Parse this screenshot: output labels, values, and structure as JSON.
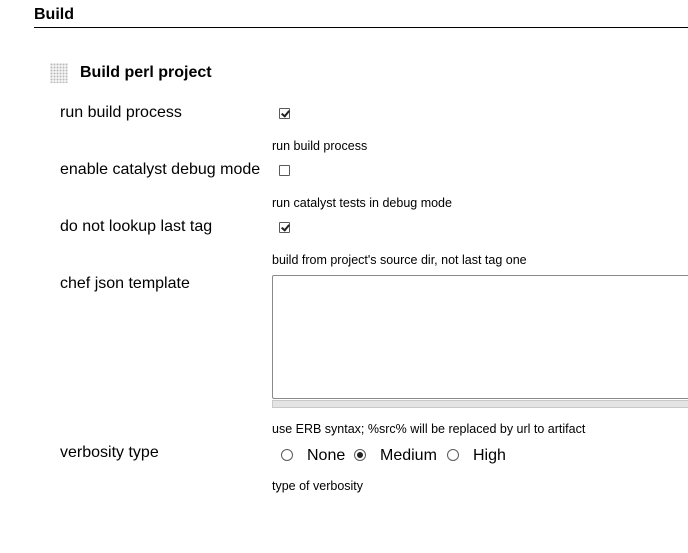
{
  "section": {
    "title": "Build"
  },
  "builder": {
    "title": "Build perl project",
    "handle_icon": "drag-handle-icon"
  },
  "fields": {
    "run_build": {
      "label": "run build process",
      "checked": true,
      "help": "run build process"
    },
    "catalyst_debug": {
      "label": "enable catalyst debug mode",
      "checked": false,
      "help": "run catalyst tests in debug mode"
    },
    "no_lookup_tag": {
      "label": "do not lookup last tag",
      "checked": true,
      "help": "build from project's source dir, not last tag one"
    },
    "chef_json": {
      "label": "chef json template",
      "value": "",
      "help": "use ERB syntax; %src% will be replaced by url to artifact"
    },
    "verbosity": {
      "label": "verbosity type",
      "options": [
        "None",
        "Medium",
        "High"
      ],
      "selected": "Medium",
      "help": "type of verbosity"
    }
  }
}
